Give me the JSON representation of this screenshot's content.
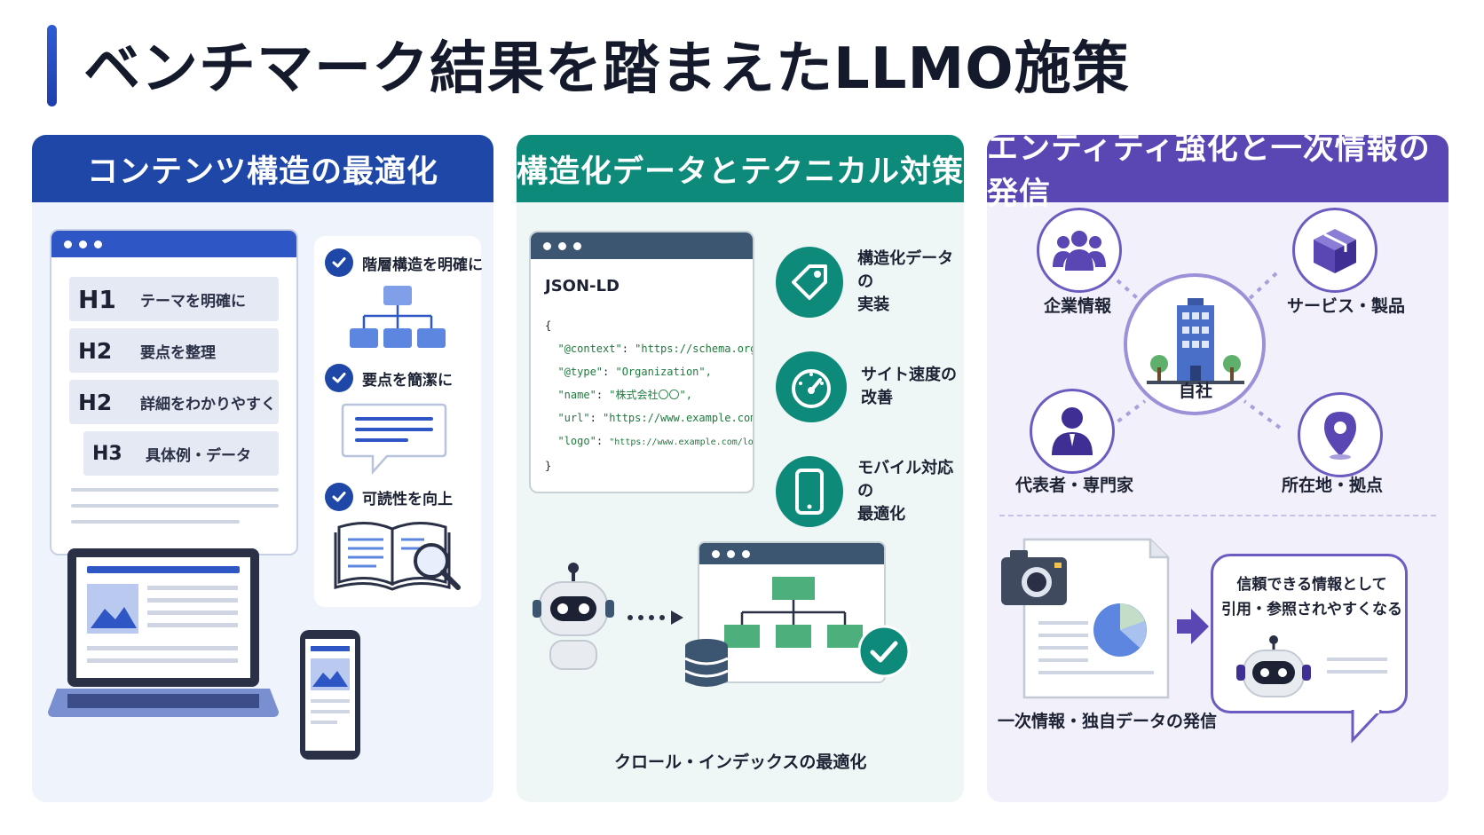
{
  "title": "ベンチマーク結果を踏まえたLLMO施策",
  "panels": {
    "content": {
      "header": "コンテンツ構造の最適化",
      "headings": [
        {
          "tag": "H1",
          "text": "テーマを明確に"
        },
        {
          "tag": "H2",
          "text": "要点を整理"
        },
        {
          "tag": "H2",
          "text": "詳細をわかりやすく"
        },
        {
          "tag": "H3",
          "text": "具体例・データ"
        }
      ],
      "checks": [
        "階層構造を明確に",
        "要点を簡潔に",
        "可読性を向上"
      ]
    },
    "technical": {
      "header": "構造化データとテクニカル対策",
      "code_title": "JSON-LD",
      "code": {
        "open": "{",
        "lines": [
          {
            "key": "\"@context\"",
            "value": "\"https://schema.org\","
          },
          {
            "key": "\"@type\"",
            "value": "\"Organization\","
          },
          {
            "key": "\"name\"",
            "value": "\"株式会社〇〇\","
          },
          {
            "key": "\"url\"",
            "value": "\"https://www.example.com\","
          },
          {
            "key": "\"logo\"",
            "value": "\"https://www.example.com/logo.png\""
          }
        ],
        "close": "}"
      },
      "items": [
        {
          "line1": "構造化データの",
          "line2": "実装",
          "icon": "tag-icon"
        },
        {
          "line1": "サイト速度の",
          "line2": "改善",
          "icon": "speedometer-icon"
        },
        {
          "line1": "モバイル対応の",
          "line2": "最適化",
          "icon": "smartphone-icon"
        }
      ],
      "crawl_label": "クロール・インデックスの最適化"
    },
    "entity": {
      "header": "エンティティ強化と一次情報の発信",
      "center": "自社",
      "nodes": {
        "company": "企業情報",
        "service": "サービス・製品",
        "rep": "代表者・専門家",
        "location": "所在地・拠点"
      },
      "primary_label": "一次情報・独自データの発信",
      "bubble": [
        "信頼できる情報として",
        "引用・参照されやすくなる"
      ]
    }
  },
  "colors": {
    "blue": "#1e47a8",
    "teal": "#0e8a7a",
    "purple": "#5a47b4"
  }
}
